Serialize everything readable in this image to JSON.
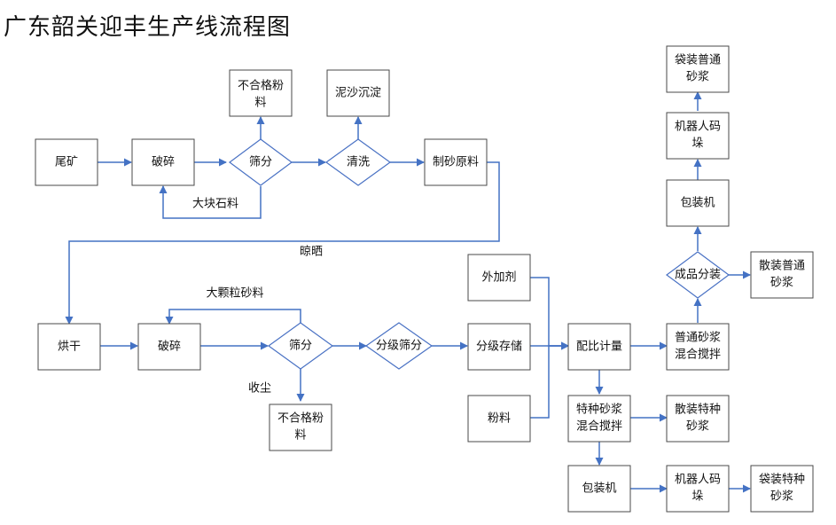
{
  "title": "广东韶关迎丰生产线流程图",
  "nodes": {
    "n1": "尾矿",
    "n2": "破碎",
    "n3": "筛分",
    "n4": "清洗",
    "n5": "制砂原料",
    "n6": "不合格粉料",
    "n7": "泥沙沉淀",
    "n8": "烘干",
    "n9": "破碎",
    "n10": "筛分",
    "n11": "分级筛分",
    "n12": "分级存储",
    "n13": "外加剂",
    "n14": "粉料",
    "n15": "不合格粉料",
    "n16": "配比计量",
    "n17": "普通砂浆混合搅拌",
    "n18": "特种砂浆混合搅拌",
    "n19": "包装机",
    "n20": "成品分装",
    "n21": "散装普通砂浆",
    "n22": "包装机",
    "n23": "机器人码垛",
    "n24": "袋装普通砂浆",
    "n25": "散装特种砂浆",
    "n26": "机器人码垛",
    "n27": "袋装特种砂浆"
  },
  "edge_labels": {
    "big_stone": "大块石料",
    "airing": "晾晒",
    "big_grain": "大颗粒砂料",
    "dust": "收尘"
  }
}
